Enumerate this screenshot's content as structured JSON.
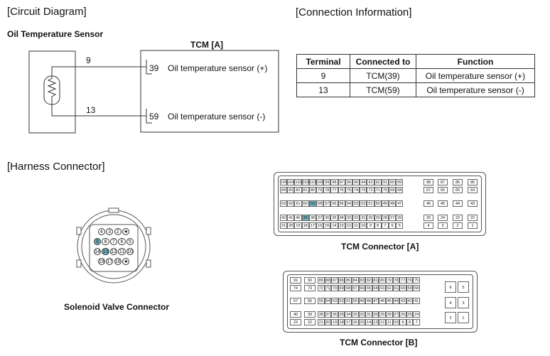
{
  "circuit": {
    "title": "[Circuit Diagram]",
    "sensor_label": "Oil Temperature Sensor",
    "tcm_label": "TCM [A]",
    "pin_9": "9",
    "pin_13": "13",
    "tcm_pin_39": "39",
    "tcm_pin_59": "59",
    "tcm_fn_39": "Oil temperature sensor (+)",
    "tcm_fn_59": "Oil temperature sensor (-)"
  },
  "connection": {
    "title": "[Connection Information]",
    "headers": [
      "Terminal",
      "Connected to",
      "Function"
    ],
    "rows": [
      [
        "9",
        "TCM(39)",
        "Oil temperature sensor (+)"
      ],
      [
        "13",
        "TCM(59)",
        "Oil temperature sensor (-)"
      ]
    ]
  },
  "harness": {
    "title": "[Harness Connector]",
    "solenoid_label": "Solenoid Valve Connector",
    "tcm_a_label": "TCM Connector [A]",
    "tcm_b_label": "TCM Connector [B]",
    "solenoid_rows": [
      [
        "4",
        "3",
        "2",
        "★"
      ],
      [
        "9",
        "8",
        "7",
        "6",
        "5"
      ],
      [
        "14",
        "13",
        "12",
        "11",
        "10"
      ],
      [
        "19",
        "17",
        "16",
        "★"
      ]
    ],
    "solenoid_highlight": [
      "9",
      "13"
    ],
    "tcm_a_highlight": [
      "39",
      "59"
    ],
    "highlight_color": "#6fb6c4"
  }
}
